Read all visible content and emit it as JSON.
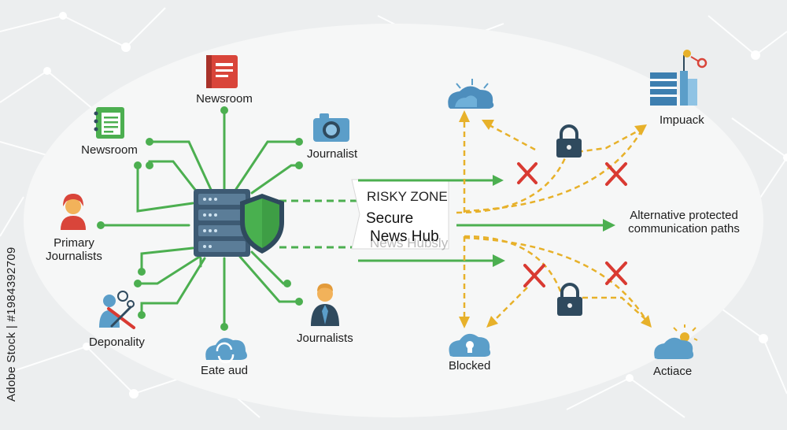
{
  "labels": {
    "newsroom_top": "Newsroom",
    "newsroom_left": "Newsroom",
    "journalist": "Journalist",
    "primary_journalists": "Primary\nJournalists",
    "deponality": "Deponality",
    "eate_aud": "Eate aud",
    "journalists": "Journalists",
    "risky_zone": "RISKY ZONE",
    "secure": "Secure",
    "news_hub": "News Hub",
    "ghost_text": "News Hubsly",
    "impuack": "Impuack",
    "alternative": "Alternative protected\ncommunication paths",
    "blocked": "Blocked",
    "actiace": "Actiace"
  },
  "watermark": "Adobe Stock | #1984392709",
  "colors": {
    "green": "#4caf50",
    "orange": "#e7b12a",
    "red_x": "#d93a32",
    "shield": "#3e9e45",
    "server": "#3d5a73",
    "cloud": "#5b9ec9"
  }
}
